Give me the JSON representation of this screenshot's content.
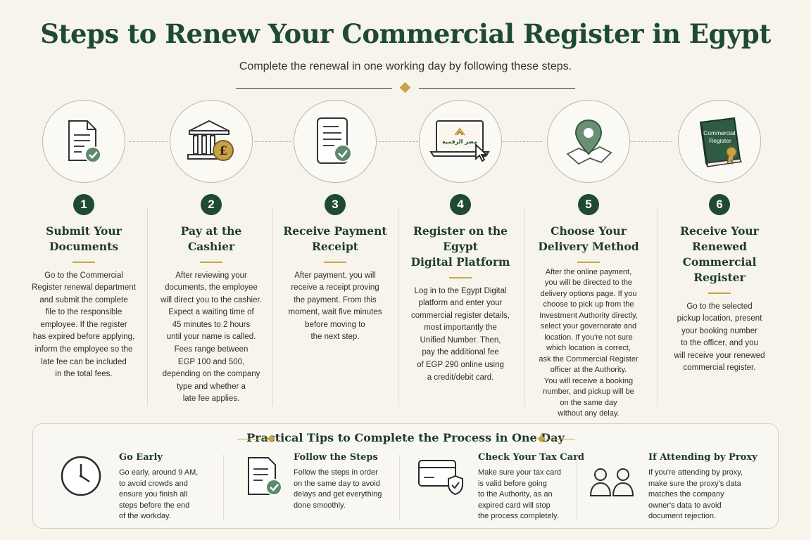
{
  "header": {
    "title": "Steps to Renew Your Commercial Register in Egypt",
    "subtitle": "Complete the renewal in one working day by following these steps."
  },
  "colors": {
    "primary": "#1e4a33",
    "accent": "#c8a24a",
    "background": "#f7f4ec"
  },
  "steps": [
    {
      "number": "1",
      "icon": "document-check-icon",
      "title": "Submit Your\nDocuments",
      "description": "Go to the Commercial\nRegister renewal department\nand submit the complete\nfile to the responsible\nemployee. If the register\nhas expired before applying,\ninform the employee so the\nlate fee can be included\nin the total fees."
    },
    {
      "number": "2",
      "icon": "bank-coin-icon",
      "title": "Pay at the\nCashier",
      "description": "After reviewing your\ndocuments, the employee\nwill direct you to the cashier.\nExpect a waiting time of\n45 minutes to 2 hours\nuntil your name is called.\nFees range between\nEGP 100 and 500,\ndepending on the company\ntype and whether a\nlate fee applies."
    },
    {
      "number": "3",
      "icon": "receipt-check-icon",
      "title": "Receive Payment\nReceipt",
      "description": "After payment, you will\nreceive a receipt proving\nthe payment. From this\nmoment, wait five minutes\nbefore moving to\nthe next step."
    },
    {
      "number": "4",
      "icon": "laptop-platform-icon",
      "title": "Register on the Egypt\nDigital Platform",
      "screen_label": "مصر الرقمية",
      "description": "Log in to the Egypt Digital\nplatform and enter your\ncommercial register details,\nmost importantly the\nUnified Number. Then,\npay the additional fee\nof EGP 290 online using\na credit/debit card."
    },
    {
      "number": "5",
      "icon": "map-pin-icon",
      "title": "Choose Your\nDelivery Method",
      "description": "After the online payment,\nyou will be directed to the\ndelivery options page. If you\nchoose to pick up from the\nInvestment Authority directly,\nselect your governorate and\nlocation. If you're not sure\nwhich location is correct,\nask the Commercial Register\nofficer at the Authority.\nYou will receive a booking\nnumber, and pickup will be\non the same day\nwithout any delay."
    },
    {
      "number": "6",
      "icon": "register-book-icon",
      "title": "Receive Your\nRenewed Commercial\nRegister",
      "book_label": "Commercial\nRegister",
      "description": "Go to the selected\npickup location, present\nyour booking number\nto the officer, and you\nwill receive your renewed\ncommercial register."
    }
  ],
  "tips": {
    "title": "Practical Tips to Complete the Process in One Day",
    "items": [
      {
        "icon": "clock-icon",
        "title": "Go Early",
        "description": "Go early, around 9 AM,\nto avoid crowds and\nensure you finish all\nsteps before the end\nof the workday."
      },
      {
        "icon": "checklist-icon",
        "title": "Follow the Steps",
        "description": "Follow the steps in order\non the same day to avoid\ndelays and get everything\ndone smoothly."
      },
      {
        "icon": "tax-card-icon",
        "title": "Check Your Tax Card",
        "description": "Make sure your tax card\nis valid before going\nto the Authority, as an\nexpired card will stop\nthe process completely."
      },
      {
        "icon": "users-icon",
        "title": "If Attending by Proxy",
        "description": "If you're attending by proxy,\nmake sure the proxy's data\nmatches the company\nowner's data to avoid\ndocument rejection."
      }
    ]
  }
}
